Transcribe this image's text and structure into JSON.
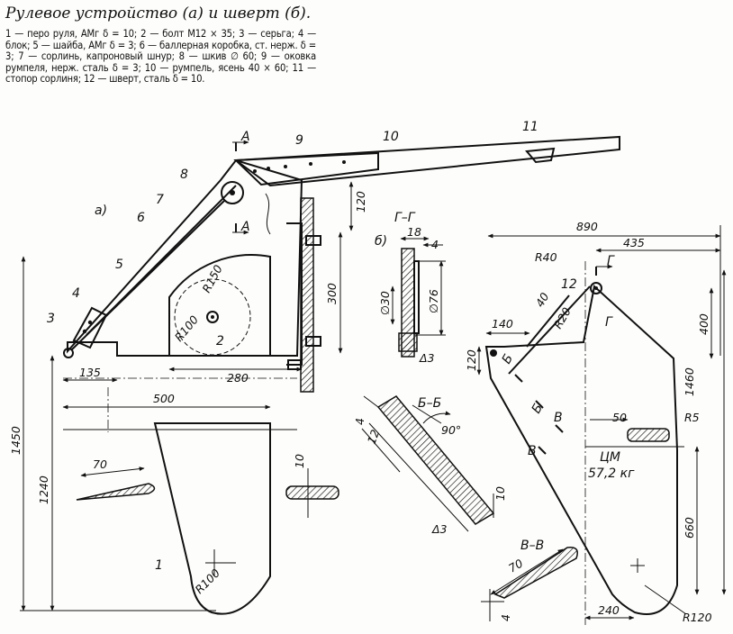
{
  "caption": {
    "title": "Рулевое устройство (а) и шверт (б).",
    "text": "1 — перо руля, АМг δ = 10; 2 — болт М12 × 35; 3 — серьга; 4 — блок; 5 — шайба, АМг δ = 3; 6 — баллерная коробка, ст. нерж. δ = 3; 7 — сорлинь, капроновый шнур; 8 — шкив ∅ 60; 9 — оковка румпеля, нерж. сталь δ = 3; 10 — румпель, ясень 40 × 60; 11 — стопор сорлиня; 12 — шверт, сталь δ = 10."
  },
  "labels": {
    "view_a": "а)",
    "view_b": "б)",
    "section_aa": "А",
    "section_gg": "Г–Г",
    "section_bb": "Б–Б",
    "section_vv": "В–В",
    "cut_g": "Г",
    "cut_b": "Б",
    "cut_v": "В",
    "center_mass_label": "ЦМ",
    "center_mass_value": "57,2 кг"
  },
  "part_numbers": [
    "1",
    "2",
    "3",
    "4",
    "5",
    "6",
    "7",
    "8",
    "9",
    "10",
    "11",
    "12"
  ],
  "dimensions": {
    "d120_tiller": "120",
    "d300": "300",
    "d135": "135",
    "d280": "280",
    "d500": "500",
    "d1450": "1450",
    "d1240": "1240",
    "d70_left": "70",
    "d10_left": "10",
    "r150": "R150",
    "r100": "R100",
    "r100_blade": "R100",
    "d18": "18",
    "d4": "4",
    "d30": "∅30",
    "d76": "∅76",
    "delta3": "Δ3",
    "d890": "890",
    "d435": "435",
    "r40": "R40",
    "d400": "400",
    "d140": "140",
    "d120_b": "120",
    "d40": "40",
    "r20": "R20",
    "d1460": "1460",
    "d50": "50",
    "r5": "R5",
    "d660": "660",
    "d240": "240",
    "r120": "R120",
    "d4_bb": "4",
    "d12_bb": "12",
    "angle90": "90°",
    "d10_bb": "10",
    "delta3_bb": "Δ3",
    "d70_vv": "70",
    "d4_vv": "4"
  }
}
